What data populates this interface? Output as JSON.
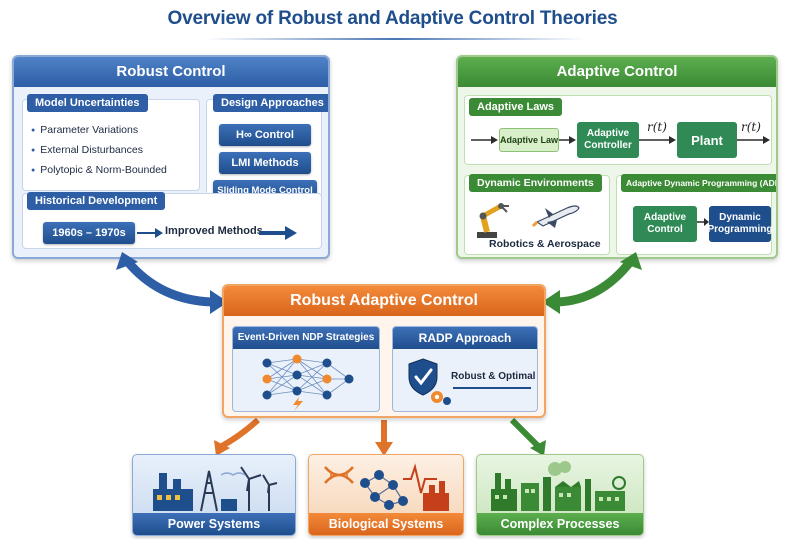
{
  "title": "Overview of Robust and Adaptive Control Theories",
  "robust": {
    "header": "Robust Control",
    "model_uncertainties": {
      "label": "Model Uncertainties",
      "items": [
        "Parameter Variations",
        "External Disturbances",
        "Polytopic & Norm-Bounded"
      ]
    },
    "design_approaches": {
      "label": "Design Approaches",
      "items": [
        "H∞ Control",
        "LMI Methods",
        "Sliding Mode Control"
      ]
    },
    "historical_development": {
      "label": "Historical Development",
      "period": "1960s – 1970s",
      "result": "Improved Methods"
    }
  },
  "adaptive": {
    "header": "Adaptive Control",
    "laws": {
      "label": "Adaptive Laws",
      "adaptive_law": "Adaptive Law",
      "controller": "Adaptive Controller",
      "plant": "Plant",
      "signal_1": "r(t)",
      "signal_2": "r(t)"
    },
    "dynamic_environments": {
      "label": "Dynamic Environments",
      "caption": "Robotics & Aerospace"
    },
    "adp": {
      "label": "Adaptive Dynamic Programming (ADP)",
      "block_1": "Adaptive Control",
      "block_2": "Dynamic Programming"
    }
  },
  "central": {
    "header": "Robust Adaptive Control",
    "card_1": "Event-Driven NDP Strategies",
    "card_2": "RADP Approach",
    "card_2_caption": "Robust & Optimal"
  },
  "applications": [
    {
      "label": "Power Systems",
      "color": "#2d5ea6"
    },
    {
      "label": "Biological Systems",
      "color": "#e0732a"
    },
    {
      "label": "Complex Processes",
      "color": "#3b8a35"
    }
  ],
  "colors": {
    "robust_blue": "#2d5ea6",
    "adaptive_green": "#3b8a35",
    "central_orange": "#e0732a"
  }
}
